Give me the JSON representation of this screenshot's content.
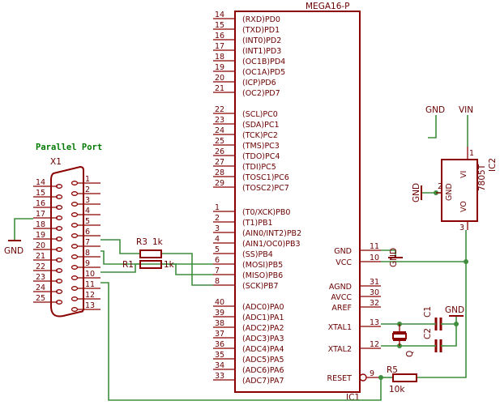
{
  "mcu": {
    "name": "MEGA16-P",
    "ref": "IC1",
    "left_pins": [
      {
        "num": "14",
        "name": "(RXD)PD0"
      },
      {
        "num": "15",
        "name": "(TXD)PD1"
      },
      {
        "num": "16",
        "name": "(INT0)PD2"
      },
      {
        "num": "17",
        "name": "(INT1)PD3"
      },
      {
        "num": "18",
        "name": "(OC1B)PD4"
      },
      {
        "num": "19",
        "name": "(OC1A)PD5"
      },
      {
        "num": "20",
        "name": "(ICP)PD6"
      },
      {
        "num": "21",
        "name": "(OC2)PD7"
      },
      {
        "num": "22",
        "name": "(SCL)PC0"
      },
      {
        "num": "23",
        "name": "(SDA)PC1"
      },
      {
        "num": "24",
        "name": "(TCK)PC2"
      },
      {
        "num": "25",
        "name": "(TMS)PC3"
      },
      {
        "num": "26",
        "name": "(TDO)PC4"
      },
      {
        "num": "27",
        "name": "(TDI)PC5"
      },
      {
        "num": "28",
        "name": "(TOSC1)PC6"
      },
      {
        "num": "29",
        "name": "(TOSC2)PC7"
      },
      {
        "num": "1",
        "name": "(T0/XCK)PB0"
      },
      {
        "num": "2",
        "name": "(T1)PB1"
      },
      {
        "num": "3",
        "name": "(AIN0/INT2)PB2"
      },
      {
        "num": "4",
        "name": "(AIN1/OC0)PB3"
      },
      {
        "num": "5",
        "name": "(SS)PB4"
      },
      {
        "num": "6",
        "name": "(MOSI)PB5"
      },
      {
        "num": "7",
        "name": "(MISO)PB6"
      },
      {
        "num": "8",
        "name": "(SCK)PB7"
      },
      {
        "num": "40",
        "name": "(ADC0)PA0"
      },
      {
        "num": "39",
        "name": "(ADC1)PA1"
      },
      {
        "num": "38",
        "name": "(ADC2)PA2"
      },
      {
        "num": "37",
        "name": "(ADC3)PA3"
      },
      {
        "num": "36",
        "name": "(ADC4)PA4"
      },
      {
        "num": "35",
        "name": "(ADC5)PA5"
      },
      {
        "num": "34",
        "name": "(ADC6)PA6"
      },
      {
        "num": "33",
        "name": "(ADC7)PA7"
      }
    ],
    "right_pins": [
      {
        "num": "11",
        "name": "GND"
      },
      {
        "num": "10",
        "name": "VCC"
      },
      {
        "num": "31",
        "name": "AGND"
      },
      {
        "num": "30",
        "name": "AVCC"
      },
      {
        "num": "32",
        "name": "AREF"
      },
      {
        "num": "13",
        "name": "XTAL1"
      },
      {
        "num": "12",
        "name": "XTAL2"
      },
      {
        "num": "9",
        "name": "RESET"
      }
    ]
  },
  "port": {
    "title": "Parallel Port",
    "ref": "X1",
    "left_pins": [
      "14",
      "15",
      "16",
      "17",
      "18",
      "19",
      "20",
      "21",
      "22",
      "23",
      "24",
      "25"
    ],
    "right_pins": [
      "1",
      "2",
      "3",
      "4",
      "5",
      "6",
      "7",
      "8",
      "9",
      "10",
      "11",
      "12",
      "13"
    ]
  },
  "regulator": {
    "name": "7805T",
    "ref": "IC2",
    "pin_vi": "VI",
    "pin_gnd": "GND",
    "pin_vo": "VO",
    "num_1": "1",
    "num_2": "2",
    "num_3": "3"
  },
  "nets": {
    "gnd": "GND",
    "vin": "VIN"
  },
  "parts": {
    "r3": "R3",
    "r3_val": "1k",
    "r1": "R1",
    "r1_val": "1k",
    "r5": "R5",
    "r5_val": "10k",
    "c1": "C1",
    "c2": "C2",
    "q": "Q"
  }
}
